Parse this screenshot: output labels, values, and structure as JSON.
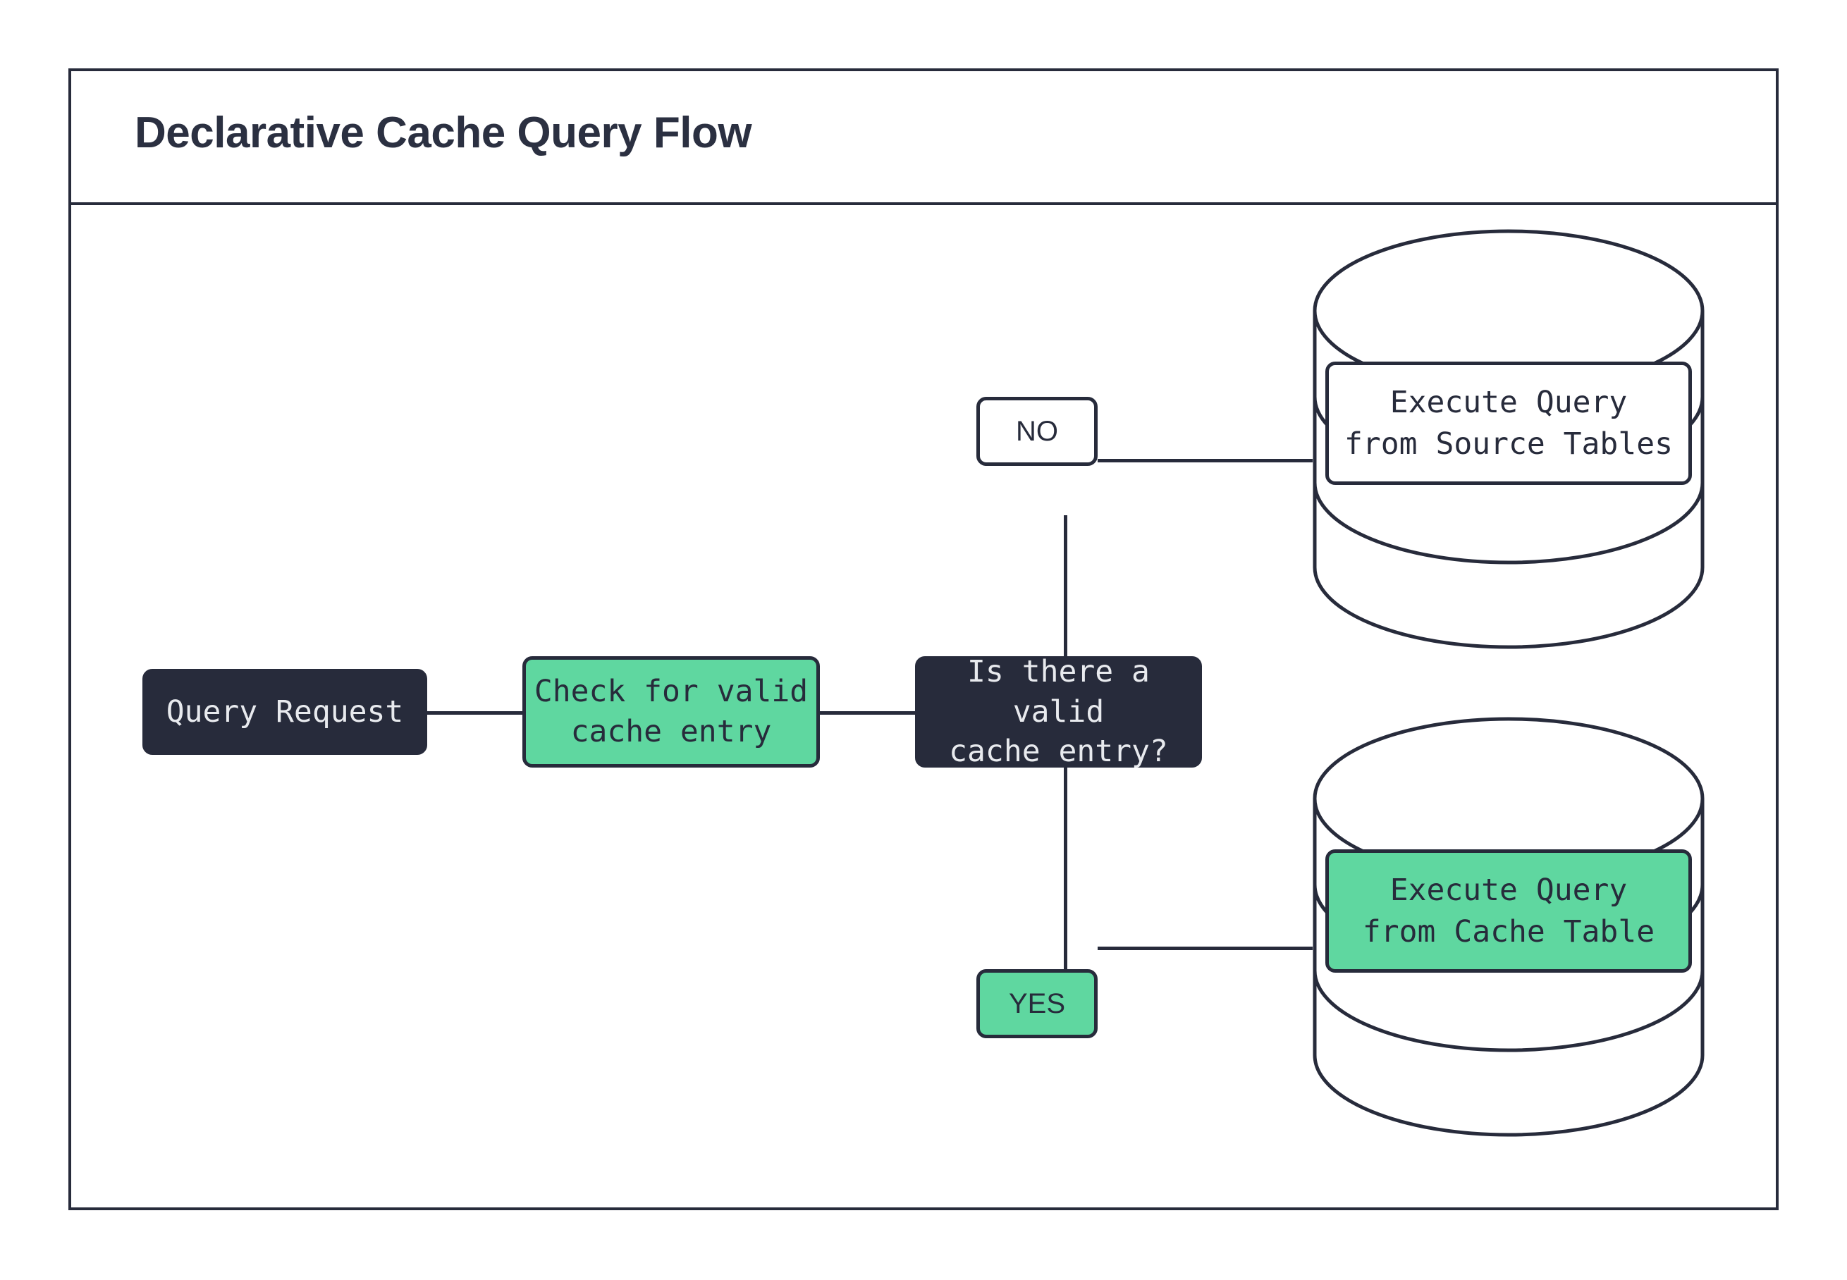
{
  "diagram": {
    "title": "Declarative Cache Query Flow",
    "accent_green": "#5fd7a0",
    "ink": "#272b3b",
    "surface": "#ffffff"
  },
  "nodes": {
    "query_request": {
      "label": "Query Request",
      "style": "dark"
    },
    "check_cache": {
      "label": "Check for valid\ncache entry",
      "style": "green"
    },
    "decision": {
      "label": "Is there a valid\ncache entry?",
      "style": "dark"
    }
  },
  "branches": {
    "no": {
      "label": "NO",
      "style": "white"
    },
    "yes": {
      "label": "YES",
      "style": "green"
    }
  },
  "databases": {
    "source": {
      "label": "Execute Query\nfrom Source Tables",
      "style": "white"
    },
    "cache": {
      "label": "Execute Query\nfrom Cache Table",
      "style": "green"
    }
  }
}
